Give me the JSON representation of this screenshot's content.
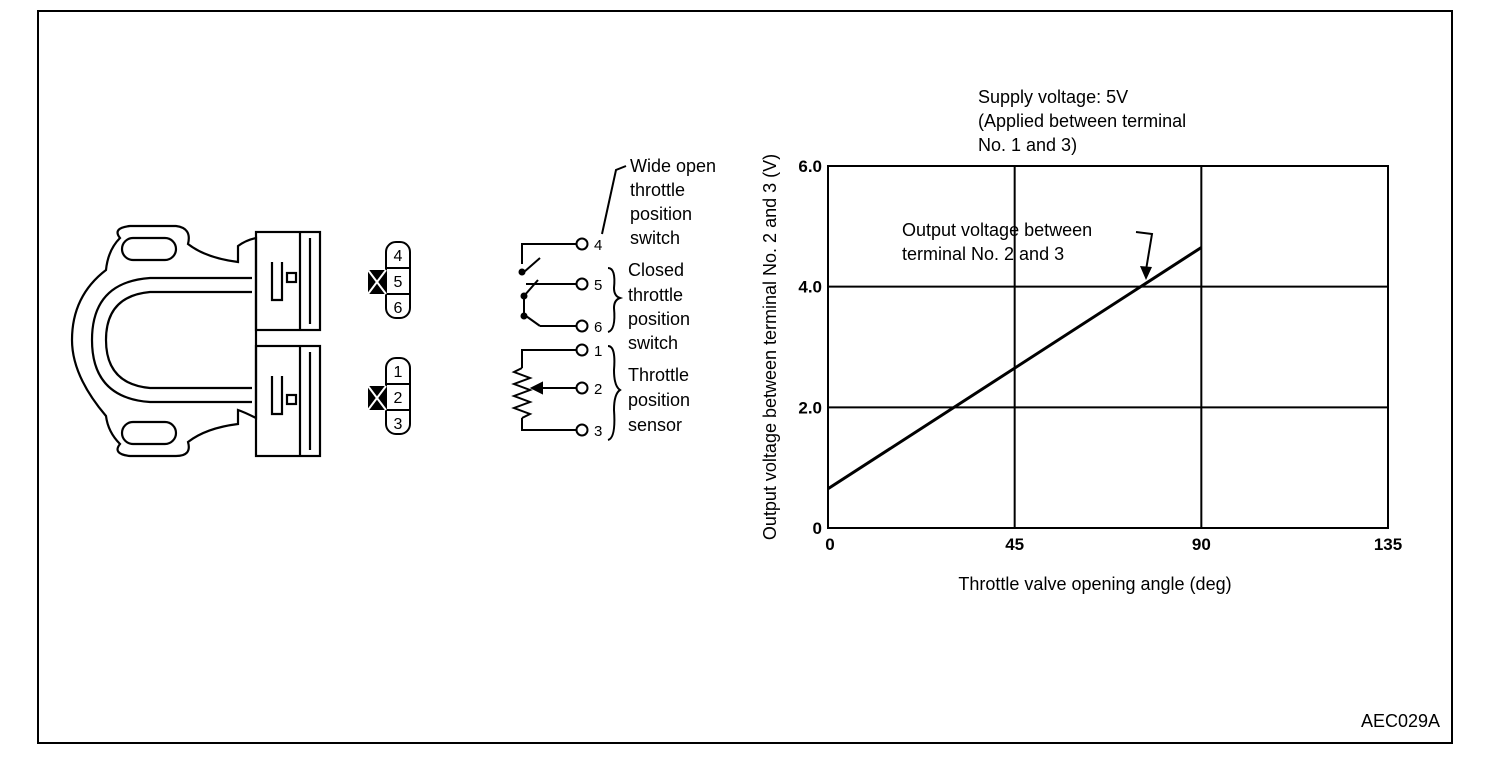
{
  "figure_code": "AEC029A",
  "connector": {
    "upper_pins": [
      "4",
      "5",
      "6"
    ],
    "lower_pins": [
      "1",
      "2",
      "3"
    ]
  },
  "schematic": {
    "terminals": [
      "4",
      "5",
      "6",
      "1",
      "2",
      "3"
    ],
    "labels": {
      "wide_open_switch": [
        "Wide open",
        "throttle",
        "position",
        "switch"
      ],
      "closed_switch": [
        "Closed",
        "throttle",
        "position",
        "switch"
      ],
      "sensor": [
        "Throttle",
        "position",
        "sensor"
      ]
    }
  },
  "chart_data": {
    "type": "line",
    "title": [
      "Supply voltage: 5V",
      "(Applied between terminal",
      "No. 1 and 3)"
    ],
    "xlabel": "Throttle valve opening angle (deg)",
    "ylabel": "Output voltage between terminal No. 2 and 3 (V)",
    "xlim": [
      0,
      135
    ],
    "ylim": [
      0,
      6
    ],
    "x_ticks": [
      "0",
      "45",
      "90",
      "135"
    ],
    "y_ticks": [
      "0",
      "2.0",
      "4.0",
      "6.0"
    ],
    "grid": true,
    "annotation": [
      "Output voltage between",
      "terminal No. 2 and 3"
    ],
    "series": [
      {
        "x": [
          0,
          90
        ],
        "y": [
          0.65,
          4.65
        ]
      }
    ]
  }
}
